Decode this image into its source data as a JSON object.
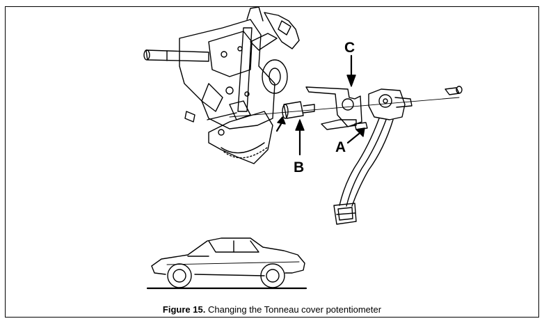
{
  "callouts": {
    "a": "A",
    "b": "B",
    "c": "C"
  },
  "caption": {
    "label": "Figure 15.",
    "text": "Changing the Tonneau cover potentiometer"
  },
  "colors": {
    "ink": "#000000",
    "paper": "#ffffff"
  }
}
